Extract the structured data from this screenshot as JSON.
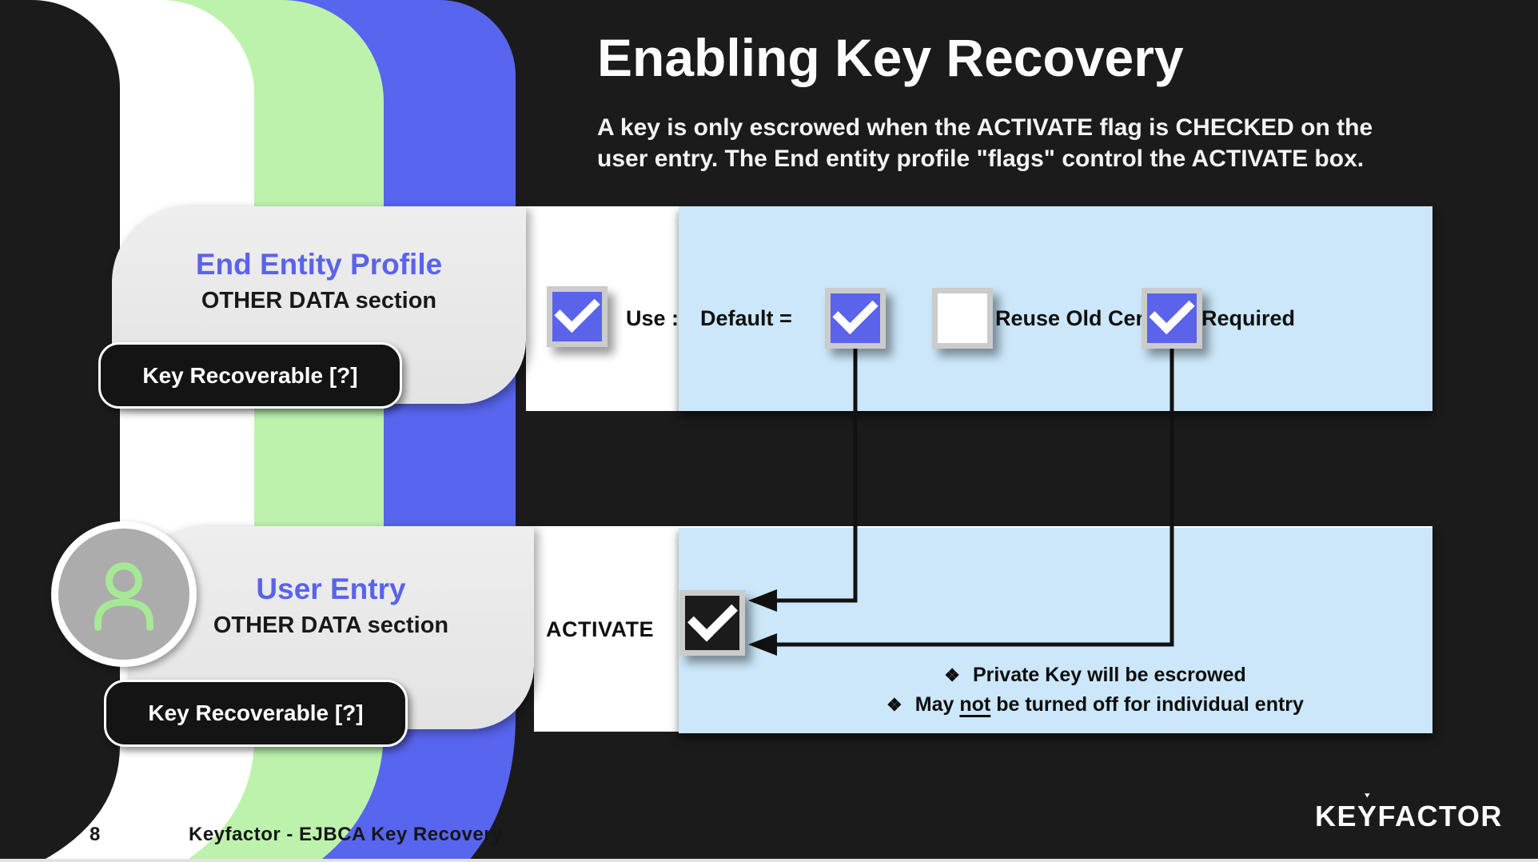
{
  "slide": {
    "title": "Enabling Key Recovery",
    "subtitle_line1": "A key is only escrowed when the ACTIVATE flag is CHECKED on the",
    "subtitle_line2": "user entry. The End entity profile \"flags\" control the ACTIVATE box.",
    "page_number": "8",
    "footer_text": "Keyfactor - EJBCA Key Recovery",
    "logo": {
      "pre": "KE",
      "y": "Y",
      "post": "FACTOR",
      "mark": "▼"
    }
  },
  "end_entity_profile": {
    "heading": "End Entity Profile",
    "subheading": "OTHER DATA section",
    "badge_label": "Key Recoverable [?]",
    "use_label": "Use :",
    "use_checked": true,
    "default_label": "Default =",
    "default_checked": true,
    "reuse_label": "Reuse Old Cert",
    "reuse_checked": false,
    "required_label": "Required",
    "required_checked": true
  },
  "user_entry": {
    "heading": "User Entry",
    "subheading": "OTHER DATA section",
    "badge_label": "Key Recoverable [?]",
    "activate_label": "ACTIVATE",
    "activate_checked": true
  },
  "notes": {
    "bullet_icon": "❖",
    "item1": "Private Key will be escrowed",
    "item2_prefix": "May ",
    "item2_underlined": "not",
    "item2_suffix": " be turned off for individual entry"
  },
  "colors": {
    "background": "#1B1B1B",
    "accent_blue": "#5A63EA",
    "stripe_green": "#BDF2AD",
    "panel_light_blue": "#CBE7F9",
    "card_gray": "#E9E9E9"
  }
}
